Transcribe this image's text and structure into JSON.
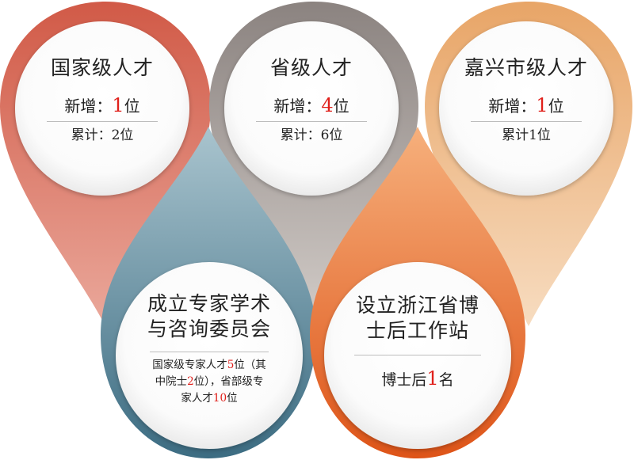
{
  "pins": [
    {
      "id": "national",
      "title": "国家级人才",
      "new_label": "新增：",
      "new_num": "1",
      "new_unit": "位",
      "total": "累计：2位",
      "color_top": "#d5604d",
      "color_bottom": "#e8a497"
    },
    {
      "id": "provincial",
      "title": "省级人才",
      "new_label": "新增：",
      "new_num": "4",
      "new_unit": "位",
      "total": "累计：6位",
      "color_top": "#8c8582",
      "color_bottom": "#cfc9c5"
    },
    {
      "id": "jiaxing",
      "title": "嘉兴市级人才",
      "new_label": "新增：",
      "new_num": "1",
      "new_unit": "位",
      "total": "累计1位",
      "color_top": "#e9a76b",
      "color_bottom": "#f6d9b9"
    },
    {
      "id": "committee",
      "title_line1": "成立专家学术",
      "title_line2": "与咨询委员会",
      "desc1_a": "国家级专家人才",
      "desc1_num": "5",
      "desc1_b": "位（其",
      "desc2_a": "中院士",
      "desc2_num": "2",
      "desc2_b": "位），省部级专",
      "desc3_a": "家人才",
      "desc3_num": "10",
      "desc3_b": "位",
      "color_top": "#9bb8c4",
      "color_bottom": "#3e6f85"
    },
    {
      "id": "postdoc",
      "title_line1": "设立浙江省博",
      "title_line2": "士后工作站",
      "desc_a": "博士后",
      "desc_num": "1",
      "desc_b": "名",
      "color_top": "#f3a36a",
      "color_bottom": "#e0591c"
    }
  ]
}
